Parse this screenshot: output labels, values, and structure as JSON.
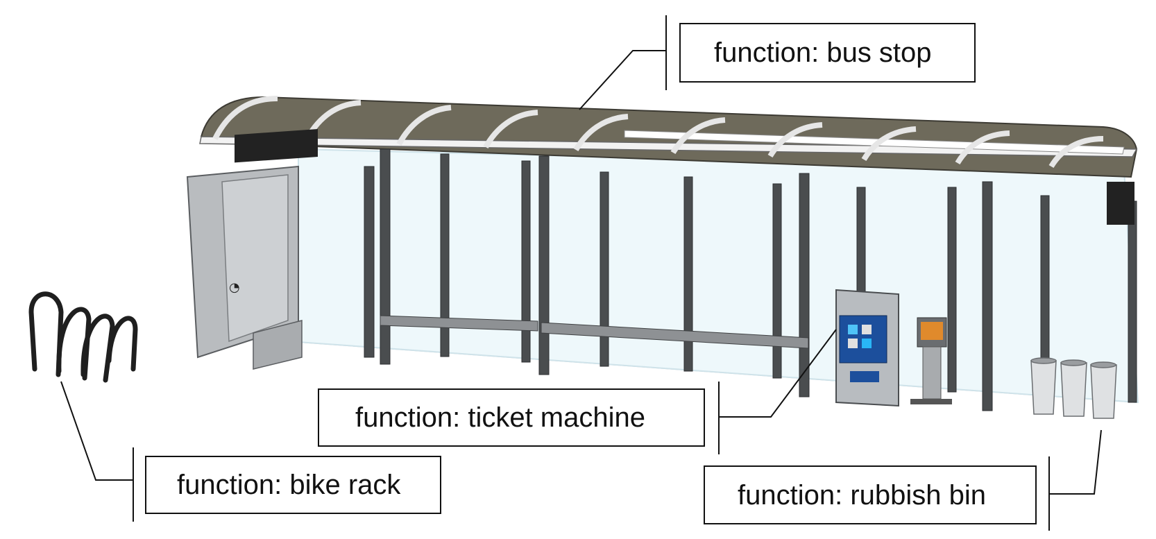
{
  "labels": {
    "bus_stop": "function: bus stop",
    "ticket_machine": "function: ticket machine",
    "bike_rack": "function: bike rack",
    "rubbish_bin": "function: rubbish bin"
  },
  "colors": {
    "roof": "#6e6a5b",
    "glass": "#eef8fb",
    "post": "#4a4d4f",
    "panel": "#b9bcbf",
    "line": "#111111",
    "screen": "#1c4f9c"
  }
}
